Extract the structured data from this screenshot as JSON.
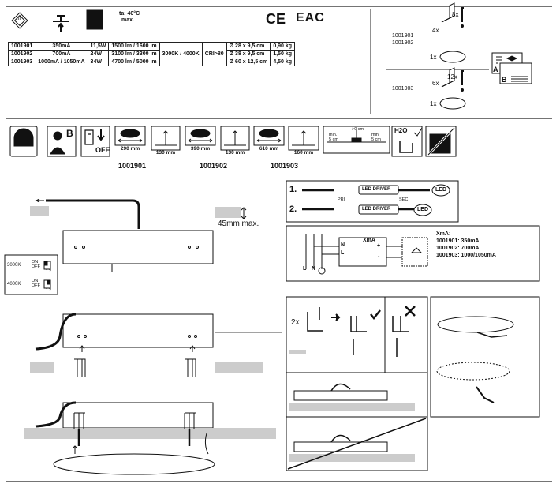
{
  "header": {
    "ta_label": "ta: 40°C",
    "ta_max": "max.",
    "ce_mark": "CE",
    "eac_mark": "EAC",
    "class_mark": "III"
  },
  "spec_table": {
    "rows": [
      {
        "code": "1001901",
        "current": "350mA",
        "power": "11,5W",
        "flux": "1500 lm / 1600 lm",
        "dims": "Ø 28 x 9,5 cm",
        "weight": "0,90 kg"
      },
      {
        "code": "1001902",
        "current": "700mA",
        "power": "24W",
        "flux": "3100 lm / 3300 lm",
        "dims": "Ø 38 x 9,5 cm",
        "weight": "1,50 kg"
      },
      {
        "code": "1001903",
        "current": "1000mA / 1050mA",
        "power": "34W",
        "flux": "4700 lm / 5000 lm",
        "dims": "Ø 60 x 12,5 cm",
        "weight": "4,50 kg"
      }
    ],
    "cct": "3000K / 4000K",
    "cri": "CRI>80"
  },
  "parts_box": {
    "codes_a": "1001901\n1001902",
    "code_a1": "1001901",
    "code_a2": "1001902",
    "qty_a_brackets": "4x",
    "qty_a_screws": "8x",
    "qty_a_template": "1x",
    "code_b": "1001903",
    "qty_b_brackets": "6x",
    "qty_b_screws": "12x",
    "qty_b_template": "1x",
    "label_a": "A",
    "label_b": "B"
  },
  "icon_row": {
    "b_label": "B",
    "off_label": "OFF",
    "h2o_label": "H2O",
    "dims": [
      {
        "width": "290 mm",
        "height": "130 mm"
      },
      {
        "width": "390 mm",
        "height": "130 mm"
      },
      {
        "width": "610 mm",
        "height": "160 mm"
      }
    ],
    "codes": [
      "1001901",
      "1001902",
      "1001903"
    ],
    "min_top": ">0 cm",
    "min_left_a": "min.",
    "min_left_b": "5 cm",
    "min_right_a": "min.",
    "min_right_b": "5 cm"
  },
  "install": {
    "clearance": "45mm max.",
    "cct_switch_1": "3000K",
    "cct_switch_2": "4000K",
    "on": "ON",
    "off": "OFF",
    "switch_nums": "1 2",
    "qty_2x": "2x"
  },
  "wiring": {
    "step1": "1.",
    "step2": "2.",
    "led_driver": "LED DRIVER",
    "led": "LED",
    "pri": "PRI",
    "sec": "SEC",
    "terminal_n": "N",
    "terminal_l": "L",
    "mains_l": "L",
    "mains_n": "N",
    "xma": "XmA",
    "plus": "+",
    "minus": "-",
    "legend_title": "XmA:",
    "legend": [
      "1001901: 350mA",
      "1001902: 700mA",
      "1001903: 1000/1050mA"
    ]
  }
}
